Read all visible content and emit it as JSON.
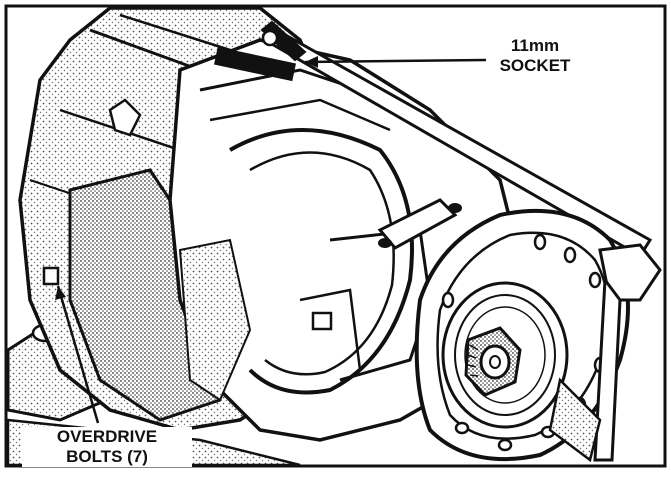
{
  "figure": {
    "colors": {
      "ink": "#111111",
      "paper": "#ffffff",
      "shade": "#cfcfcf"
    },
    "callouts": {
      "socket": {
        "line1": "11mm",
        "line2": "SOCKET"
      },
      "bolts": {
        "line1": "OVERDRIVE",
        "line2": "BOLTS (7)"
      }
    }
  }
}
